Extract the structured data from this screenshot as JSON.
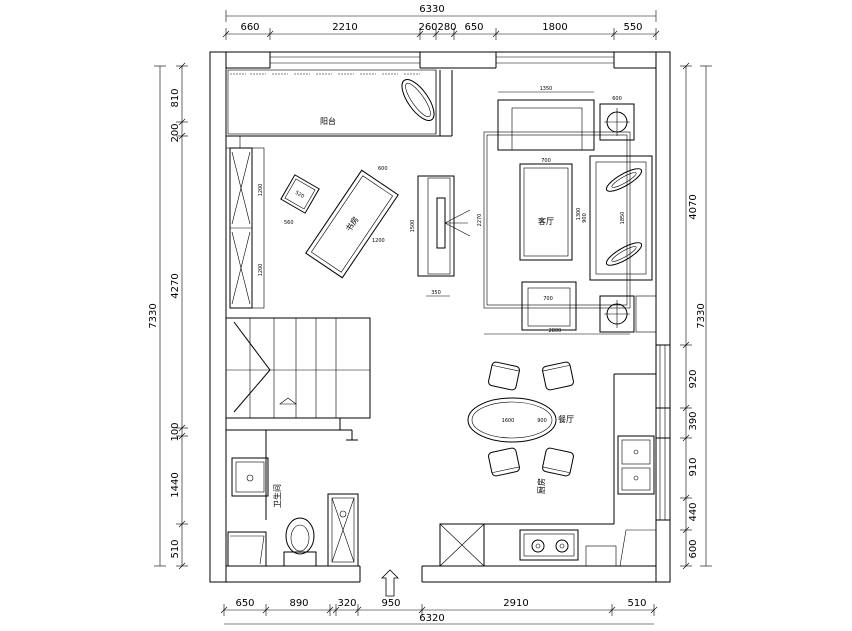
{
  "dimensions": {
    "top_total": "6330",
    "top": [
      "660",
      "2210",
      "260",
      "280",
      "650",
      "1800",
      "550"
    ],
    "bottom_total": "6320",
    "bottom": [
      "650",
      "890",
      "320",
      "950",
      "2910",
      "510"
    ],
    "left_total": "7330",
    "left": [
      "810",
      "200",
      "4270",
      "100",
      "1440",
      "510"
    ],
    "right_total": "7330",
    "right_upper": "4070",
    "right": [
      "920",
      "390",
      "910",
      "440",
      "600"
    ]
  },
  "furniture_dims": {
    "sofa_top_w": "1350",
    "side_w": "600",
    "table_w": "700",
    "table_h": "1300",
    "long_sofa_h": "900",
    "long_sofa_inner": "1850",
    "rug_h": "2270",
    "rug_w": "2800",
    "armchair_w": "700",
    "tv_h": "1500",
    "tv_w": "350",
    "desk_w": "600",
    "desk_len": "1200",
    "chair_a": "520",
    "chair_b": "560",
    "shelf_a": "1200",
    "shelf_b": "1200",
    "dining_w": "1600",
    "dining_h": "900"
  },
  "rooms": {
    "balcony": "阳台",
    "study": "书房",
    "living": "客厅",
    "dining": "餐厅",
    "kitchen": "厨房",
    "bathroom": "卫生间"
  }
}
